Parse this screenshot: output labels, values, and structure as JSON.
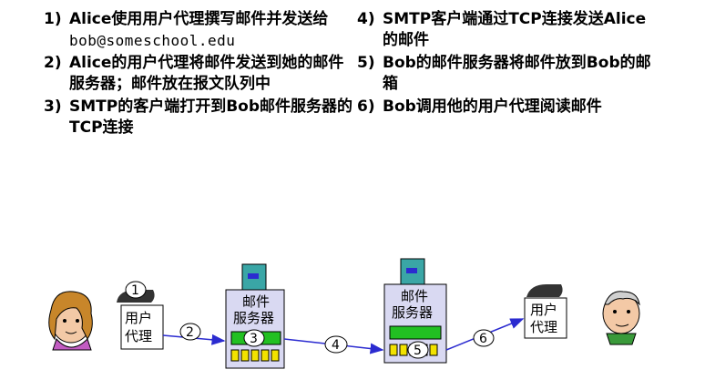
{
  "steps_left": [
    {
      "num": "1)",
      "text": "Alice使用用户代理撰写邮件并发送给",
      "mono": "bob@someschool.edu"
    },
    {
      "num": "2)",
      "text": "Alice的用户代理将邮件发送到她的邮件服务器；邮件放在报文队列中"
    },
    {
      "num": "3)",
      "text": "SMTP的客户端打开到Bob邮件服务器的TCP连接"
    }
  ],
  "steps_right": [
    {
      "num": "4)",
      "text": "SMTP客户端通过TCP连接发送Alice的邮件"
    },
    {
      "num": "5)",
      "text": "Bob的邮件服务器将邮件放到Bob的邮箱"
    },
    {
      "num": "6)",
      "text": "Bob调用他的用户代理阅读邮件"
    }
  ],
  "diagram": {
    "agent_left": [
      "用户",
      "代理"
    ],
    "server_left": [
      "邮件",
      "服务器"
    ],
    "server_right": [
      "邮件",
      "服务器"
    ],
    "agent_right": [
      "用户",
      "代理"
    ],
    "markers": [
      "1",
      "2",
      "3",
      "4",
      "5",
      "6"
    ],
    "colors": {
      "tower": "#3aa6a6",
      "box_fill": "#d9d9f2",
      "queue_green": "#22c022",
      "mailbox_yellow": "#f2e200",
      "arrow": "#2b2bd0"
    }
  }
}
